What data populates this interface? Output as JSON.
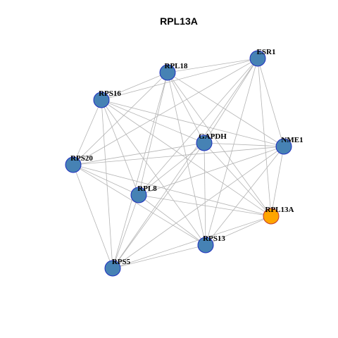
{
  "graph": {
    "title": "RPL13A",
    "colors": {
      "node_fill": "#4682b4",
      "node_stroke": "#1f2fbf",
      "highlight_fill": "#ffa500",
      "highlight_stroke": "#c0392b",
      "edge": "#b4b4b4"
    },
    "nodes": [
      {
        "id": "ESR1",
        "label": "ESR1",
        "highlight": false
      },
      {
        "id": "RPL18",
        "label": "RPL18",
        "highlight": false
      },
      {
        "id": "RPS16",
        "label": "RPS16",
        "highlight": false
      },
      {
        "id": "GAPDH",
        "label": "GAPDH",
        "highlight": false
      },
      {
        "id": "NME1",
        "label": "NME1",
        "highlight": false
      },
      {
        "id": "RPS20",
        "label": "RPS20",
        "highlight": false
      },
      {
        "id": "RPL8",
        "label": "RPL8",
        "highlight": false
      },
      {
        "id": "RPL13A",
        "label": "RPL13A",
        "highlight": true
      },
      {
        "id": "RPS13",
        "label": "RPS13",
        "highlight": false
      },
      {
        "id": "RPS5",
        "label": "RPS5",
        "highlight": false
      }
    ],
    "edges": [
      [
        "ESR1",
        "RPL18"
      ],
      [
        "ESR1",
        "RPS16"
      ],
      [
        "ESR1",
        "GAPDH"
      ],
      [
        "ESR1",
        "NME1"
      ],
      [
        "ESR1",
        "RPS20"
      ],
      [
        "ESR1",
        "RPL8"
      ],
      [
        "ESR1",
        "RPL13A"
      ],
      [
        "ESR1",
        "RPS13"
      ],
      [
        "ESR1",
        "RPS5"
      ],
      [
        "RPL18",
        "RPS16"
      ],
      [
        "RPL18",
        "GAPDH"
      ],
      [
        "RPL18",
        "NME1"
      ],
      [
        "RPL18",
        "RPS20"
      ],
      [
        "RPL18",
        "RPL8"
      ],
      [
        "RPL18",
        "RPL13A"
      ],
      [
        "RPL18",
        "RPS13"
      ],
      [
        "RPL18",
        "RPS5"
      ],
      [
        "RPS16",
        "GAPDH"
      ],
      [
        "RPS16",
        "NME1"
      ],
      [
        "RPS16",
        "RPS20"
      ],
      [
        "RPS16",
        "RPL8"
      ],
      [
        "RPS16",
        "RPL13A"
      ],
      [
        "RPS16",
        "RPS13"
      ],
      [
        "RPS16",
        "RPS5"
      ],
      [
        "GAPDH",
        "NME1"
      ],
      [
        "GAPDH",
        "RPS20"
      ],
      [
        "GAPDH",
        "RPL8"
      ],
      [
        "GAPDH",
        "RPL13A"
      ],
      [
        "GAPDH",
        "RPS13"
      ],
      [
        "GAPDH",
        "RPS5"
      ],
      [
        "NME1",
        "RPS20"
      ],
      [
        "NME1",
        "RPL8"
      ],
      [
        "NME1",
        "RPL13A"
      ],
      [
        "NME1",
        "RPS13"
      ],
      [
        "NME1",
        "RPS5"
      ],
      [
        "RPS20",
        "RPL8"
      ],
      [
        "RPS20",
        "RPL13A"
      ],
      [
        "RPS20",
        "RPS13"
      ],
      [
        "RPS20",
        "RPS5"
      ],
      [
        "RPL8",
        "RPL13A"
      ],
      [
        "RPL8",
        "RPS13"
      ],
      [
        "RPL8",
        "RPS5"
      ],
      [
        "RPL13A",
        "RPS13"
      ],
      [
        "RPL13A",
        "RPS5"
      ],
      [
        "RPS13",
        "RPS5"
      ]
    ]
  }
}
